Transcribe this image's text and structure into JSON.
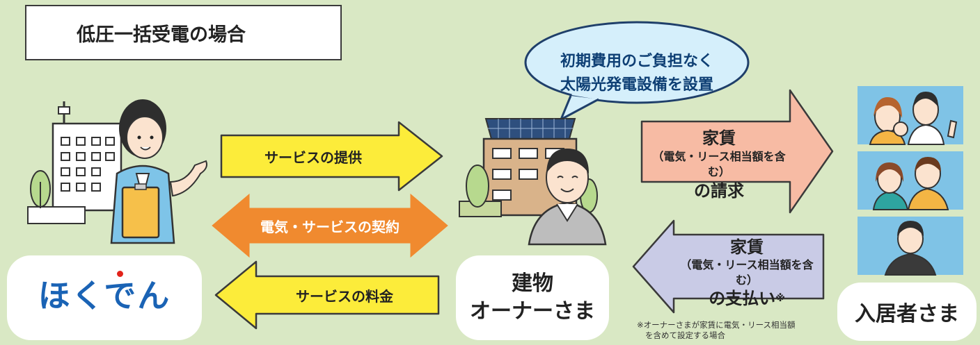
{
  "title": "低圧一括受電の場合",
  "speech_bubble": {
    "line1": "初期費用のご負担なく",
    "line2": "太陽光発電設備を設置"
  },
  "arrows": {
    "service_provision": "サービスの提供",
    "contract": "電気・サービスの契約",
    "service_fee": "サービスの料金",
    "rent_billing": {
      "line1": "家賃",
      "line2": "（電気・リース相当額を含む）",
      "line3": "の請求"
    },
    "rent_payment": {
      "line1": "家賃",
      "line2": "（電気・リース相当額を含む）",
      "line3": "の支払い",
      "mark": "※"
    }
  },
  "labels": {
    "company_logo": "ほくでん",
    "owner_line1": "建物",
    "owner_line2": "オーナーさま",
    "residents": "入居者さま"
  },
  "footnote": {
    "line1": "※オーナーさまが家賃に電気・リース相当額",
    "line2": "を含めて設定する場合"
  },
  "colors": {
    "background": "#d9e8c4",
    "yellow_arrow": "#fcec3a",
    "orange_arrow": "#f08a2f",
    "salmon_arrow": "#f7bba4",
    "lavender_arrow": "#c9cbe6",
    "bubble_fill": "#d5effb",
    "bubble_text": "#0e3f74",
    "logo_blue": "#1a63b5",
    "logo_red": "#e2231a",
    "logo_green": "#1e9e46"
  }
}
